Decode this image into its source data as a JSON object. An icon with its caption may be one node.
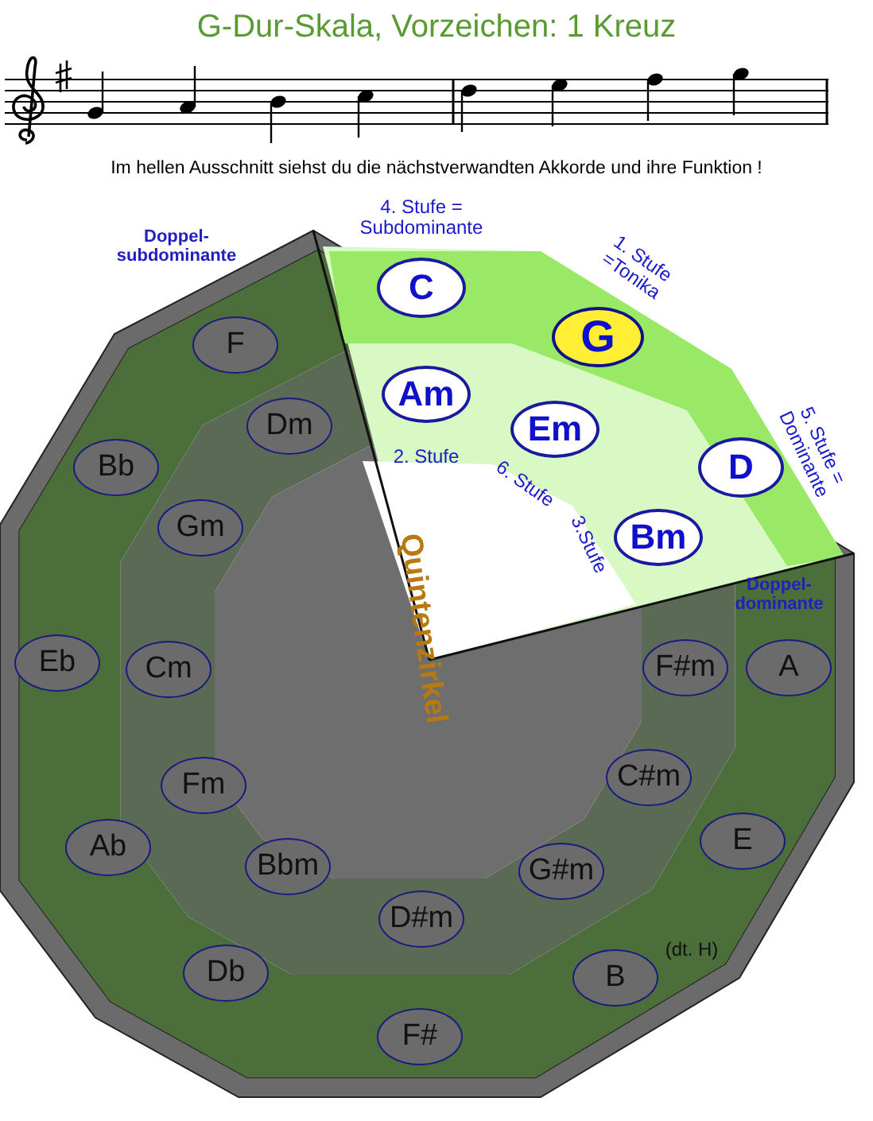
{
  "diagram": {
    "title": "G-Dur-Skala, Vorzeichen: 1 Kreuz",
    "nodes": [
      {
        "text": [
          "C"
        ],
        "beside": [
          "4. Stufe = Subdominante"
        ]
      },
      {
        "text": [
          "G"
        ],
        "beside": [
          "1. Stufe =Tonika"
        ]
      },
      {
        "text": [
          "Am"
        ],
        "beside": [
          "2. Stufe"
        ]
      },
      {
        "text": [
          "Em"
        ],
        "beside": [
          "6. Stufe"
        ]
      },
      {
        "text": [
          "D"
        ],
        "beside": [
          "5. Stufe = Dominante"
        ]
      },
      {
        "text": [
          "Bm"
        ],
        "beside": [
          "3.Stufe"
        ]
      },
      {
        "text": [
          "F"
        ],
        "beside": [
          "Doppel- subdominante"
        ]
      },
      {
        "text": [
          "Dm"
        ]
      },
      {
        "text": [
          "Bb"
        ]
      },
      {
        "text": [
          "Gm"
        ]
      },
      {
        "text": [
          "Eb"
        ]
      },
      {
        "text": [
          "Cm"
        ]
      },
      {
        "text": [
          "F#m"
        ]
      },
      {
        "text": [
          "A"
        ],
        "beside": [
          "Doppel- dominante"
        ]
      },
      {
        "text": [
          "C#m"
        ]
      },
      {
        "text": [
          "Fm"
        ]
      },
      {
        "text": [
          "E"
        ]
      },
      {
        "text": [
          "Ab"
        ]
      },
      {
        "text": [
          "Bbm"
        ]
      },
      {
        "text": [
          "G#m"
        ]
      },
      {
        "text": [
          "D#m"
        ]
      },
      {
        "text": [
          "Db"
        ]
      },
      {
        "text": [
          "B"
        ],
        "beside": [
          "(dt. H)"
        ]
      },
      {
        "text": [
          "F#"
        ]
      }
    ],
    "labels": [
      "Im hellen Ausschnitt siehst du die nächstverwandten Akkorde und ihre Funktion !",
      "Quintenzirkel"
    ]
  }
}
